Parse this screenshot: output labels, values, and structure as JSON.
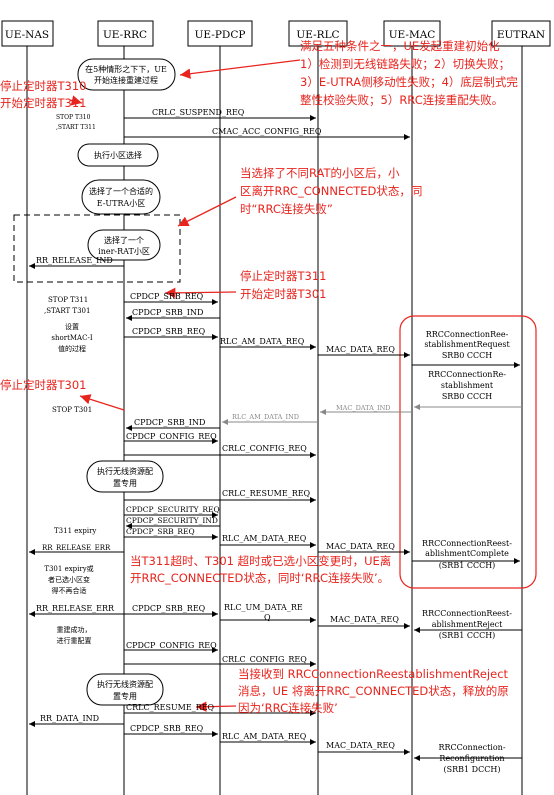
{
  "colors": {
    "annotation": "#e8241e",
    "line": "#000000",
    "gray": "#888888"
  },
  "lanes": [
    "UE-NAS",
    "UE-RRC",
    "UE-PDCP",
    "UE-RLC",
    "UE-MAC",
    "EUTRAN"
  ],
  "messages": {
    "crlc_suspend": "CRLC_SUSPEND_REQ",
    "cmac_acc": "CMAC_ACC_CONFIG_REQ",
    "rr_release_ind": "RR_RELEASE_IND",
    "cpdcp_srb_req1": "CPDCP_SRB_REQ",
    "cpdcp_srb_ind1": "CPDCP_SRB_IND",
    "cpdcp_srb_req2": "CPDCP_SRB_REQ",
    "rlc_am_data_req1": "RLC_AM_DATA_REQ",
    "mac_data_req1": "MAC_DATA_REQ",
    "mac_data_ind": "MAC_DATA_IND",
    "rlc_am_data_ind": "RLC_AM_DATA_IND",
    "cpdcp_srb_ind2": "CPDCP_SRB_IND",
    "cpdcp_config_req1": "CPDCP_CONFIG_REQ",
    "crlc_config_req1": "CRLC_CONFIG_REQ",
    "crlc_resume_req1": "CRLC_RESUME_REQ",
    "cpdcp_security_req": "CPDCP_SECURITY_REQ",
    "cpdcp_security_ind": "CPDCP_SECURITY_IND",
    "cpdcp_srb_req3": "CPDCP_SRB_REQ",
    "rlc_am_data_req2": "RLC_AM_DATA_REQ",
    "mac_data_req2": "MAC_DATA_REQ",
    "rr_release_err1": "RR_RELEASE_ERR",
    "rr_release_err2": "RR_RELEASE_ERR",
    "cpdcp_srb_req4": "CPDCP_SRB_REQ",
    "rlc_um_data_req_a": "RLC_UM_DATA_RE",
    "rlc_um_data_req_b": "Q",
    "mac_data_req3": "MAC_DATA_REQ",
    "cpdcp_config_req2": "CPDCP_CONFIG_REQ",
    "crlc_config_req2": "CRLC_CONFIG_REQ",
    "crlc_resume_req2": "CRLC_RESUME_REQ",
    "rr_data_ind": "RR_DATA_IND",
    "cpdcp_srb_req5": "CPDCP_SRB_REQ",
    "rlc_am_data_req3": "RLC_AM_DATA_REQ",
    "mac_data_req4": "MAC_DATA_REQ"
  },
  "rrc_messages": {
    "req1": "RRCConnectionRee-",
    "req2": "stablishmentRequest",
    "req3": "SRB0 CCCH",
    "est1": "RRCConnectionRe-",
    "est2": "stablishment",
    "est3": "SRB0 CCCH",
    "cmp1": "RRCConnectionReest-",
    "cmp2": "ablishmentComplete",
    "cmp3": "(SRB1 CCCH)",
    "rej1": "RRCConnectionReest-",
    "rej2": "ablishmentReject",
    "rej3": "(SRB1 CCCH)",
    "rcf1": "RRCConnection-",
    "rcf2": "Reconfiguration",
    "rcf3": "(SRB1 DCCH)"
  },
  "notes": {
    "five_cond1": "在5种情形之下下，UE",
    "five_cond2": "开始连接重建过程",
    "stop_t310": "STOP T310",
    "start_t311": ",START T311",
    "cell_select": "执行小区选择",
    "selected1": "选择了一个合适的",
    "selected2": "E-UTRA小区",
    "inter_rat1": "选择了一个",
    "inter_rat2": "iner-RAT小区",
    "stop_t311": "STOP T311",
    "start_t301": ",START T301",
    "set_mac1": "设置",
    "set_mac2": "shortMAC-I",
    "set_mac3": "值的过程",
    "stop_t301": "STOP T301",
    "radio_cfg1a": "执行无线资源配",
    "radio_cfg1b": "置专用",
    "t311_expiry": "T311 expiry",
    "t301_exp1": "T301 expiry或",
    "t301_exp2": "者已选小区变",
    "t301_exp3": "得不再合适",
    "rebuild1": "重建成功，",
    "rebuild2": "进行重配置",
    "radio_cfg2a": "执行无线资源配",
    "radio_cfg2b": "置专用"
  },
  "annotations": {
    "top1": "满足五种条件之一，UE发起重建初始化",
    "top2": "1）检测到无线链路失败；2）切换失败；",
    "top3": "3）E-UTRA侧移动性失败；4）底层制式完",
    "top4": "整性校验失败；5）RRC连接重配失败。",
    "stop_t310": "停止定时器T310",
    "start_t311": "开始定时器T311",
    "rat1": "当选择了不同RAT的小区后，小",
    "rat2": "区离开RRC_CONNECTED状态，同",
    "rat3": "时“RRC连接失败”",
    "stop_t311": "停止定时器T311",
    "start_t301": "开始定时器T301",
    "stop_t301": "停止定时器T301",
    "expiry1": "当T311超时、T301 超时或已选小区变更时，UE离",
    "expiry2": "开RRC_CONNECTED状态，同时‘RRC连接失败’。",
    "reject1": "当接收到 RRCConnectionReestablishmentReject",
    "reject2": "消息，UE 将离开RRC_CONNECTED状态，释放的原",
    "reject3": "因为‘RRC连接失败’"
  }
}
